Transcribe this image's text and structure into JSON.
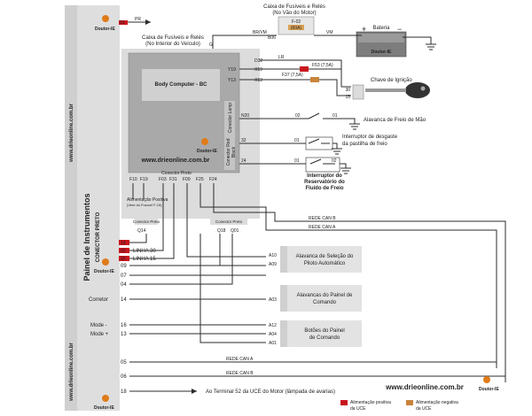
{
  "side_panel": {
    "title": "Painel de Instrumentos",
    "subtitle": "CONECTOR PRETO",
    "watermark_top": "www.drieonline.com.br",
    "watermark_bottom": "www.drieonline.com.br"
  },
  "brand": {
    "logo_text": "Doutor-IE",
    "website": "www.drieonline.com.br"
  },
  "fuse_box_engine": {
    "title_line1": "Caixa de Fusíveis e Relés",
    "title_line2": "(No Vão do Motor)",
    "fuse_label": "F-02",
    "fuse_rating": "(60A)"
  },
  "fuse_box_vehicle": {
    "title_line1": "Caixa de Fusíveis e Relés",
    "title_line2": "(No Interior do Veículo)"
  },
  "body_computer": {
    "label": "Body Computer - BC",
    "conn_lamp": "Conector Lamp",
    "conn_red_line1": "Conector Red",
    "conn_red_line2": "Block",
    "conn_preto": "Conector Preto",
    "conn_preto_bottom": "Conector Preto",
    "conn_preto_right": "Conector Preto"
  },
  "battery": {
    "label": "Bateria"
  },
  "ignition": {
    "label": "Chave de Ignição"
  },
  "fuses": {
    "f53": "F53 (7,5A)",
    "f37": "F37 (7,5A)"
  },
  "wire_labels": {
    "pr": "PR",
    "br_vm": "BR/VM",
    "vm": "VM",
    "lr": "LR",
    "b06": "B06",
    "g": "G",
    "d32": "D32",
    "x19": "X19",
    "x13": "X13",
    "y19": "Y19",
    "y13": "Y13",
    "n20": "N20",
    "p32": "32",
    "p24": "24",
    "pin01": "01",
    "pin02": "02",
    "pin15": "15",
    "pin30": "30",
    "f10": "F10",
    "f19": "F19",
    "f03": "F03",
    "f31": "F31",
    "f09": "F09",
    "f25": "F25",
    "f24": "F24",
    "q14": "Q14",
    "q18": "Q18",
    "q01": "Q01",
    "a10": "A10",
    "a09": "A09",
    "a03": "A03",
    "a12": "A12",
    "a04": "A04",
    "a01": "A01",
    "c01": "01",
    "c02": "02",
    "c03": "03",
    "c09": "09",
    "c07": "07",
    "c04": "04",
    "c14": "14",
    "c16": "16",
    "c13": "13",
    "c05": "05",
    "c06": "06",
    "c18": "18",
    "linha30": "LINHA 30",
    "linha15": "LINHA 15",
    "rede_can_b_top": "REDE CAN B",
    "rede_can_a_top": "REDE CAN A",
    "rede_can_a_bottom": "REDE CAN A",
    "rede_can_b_bottom": "REDE CAN B",
    "aliment": "Alimentação Positiva",
    "aliment_sub": "(Vem do Fusível F-15)"
  },
  "components": {
    "freio_mao": "Alavanca de Freio de Mão",
    "desgaste_line1": "Interruptor de desgaste",
    "desgaste_line2": "da pastilha de freio",
    "reserv_line1": "Interruptor do",
    "reserv_line2": "Reservatório do",
    "reserv_line3": "Fluido de Freio",
    "piloto_line1": "Alavanca de Seleção do",
    "piloto_line2": "Piloto Automático",
    "painel_line1": "Alavancas do Painel de",
    "painel_line2": "Comando",
    "botoes_line1": "Botões do Painel",
    "botoes_line2": "de Comando"
  },
  "left_labels": {
    "corretor": "Corretor",
    "mode_minus": "Mode -",
    "mode_plus": "Mode +"
  },
  "footer": {
    "terminal": "Ao Terminal 52 da UCE do Motor (lâmpada de avarias)",
    "legend_pos_line1": "Alimentação positiva",
    "legend_pos_line2": "da UCE",
    "legend_neg_line1": "Alimentação negativa",
    "legend_neg_line2": "da UCE"
  },
  "colors": {
    "positive": "#c8161d",
    "negative": "#c8843c",
    "panel_gray": "#dcdcdc",
    "module_gray": "#bdbdbd"
  }
}
